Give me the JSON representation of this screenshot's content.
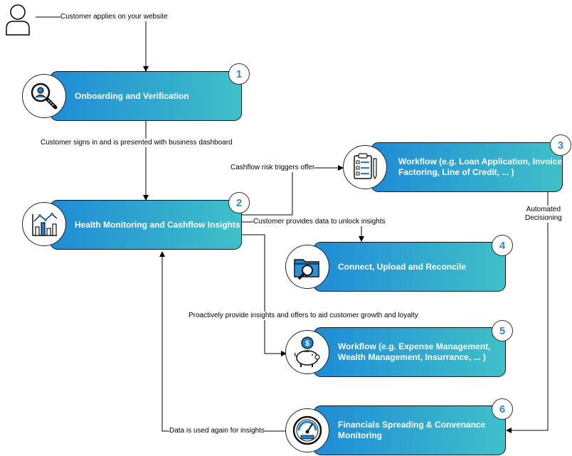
{
  "labels": {
    "applies": "Customer applies on your website",
    "signs_in": "Customer signs in and is presented with business dashboard",
    "risk": "Cashflow risk triggers offer",
    "provides": "Customer provides data to unlock insights",
    "proactive": "Proactively provide insights and offers to aid customer growth and loyalty",
    "automated_1": "Automated",
    "automated_2": "Decisioning",
    "reused": "Data is used again for insights"
  },
  "steps": [
    {
      "number": "1",
      "title": "Onboarding and Verification",
      "icon": "magnifier-person-icon"
    },
    {
      "number": "2",
      "title": "Health Monitoring and Cashflow Insights",
      "icon": "chart-icon"
    },
    {
      "number": "3",
      "title_line1": "Workflow (e.g. Loan Application, Invoice",
      "title_line2": "Factoring, Line of Credit, ... )",
      "icon": "clipboard-checklist-icon"
    },
    {
      "number": "4",
      "title": "Connect, Upload and Reconcile",
      "icon": "folder-search-icon"
    },
    {
      "number": "5",
      "title_line1": "Workflow (e.g. Expense Management,",
      "title_line2": "Wealth Management, Insurrance,  ... )",
      "icon": "piggy-bank-icon"
    },
    {
      "number": "6",
      "title_line1": "Financials Spreading & Convenance",
      "title_line2": "Monitoring",
      "icon": "gauge-icon"
    }
  ],
  "colors": {
    "box_gradient_start": "#1E8CD6",
    "box_gradient_end": "#40C0C8",
    "badge_text": "#3a86c8",
    "icon_accent": "#1f7fcf"
  }
}
